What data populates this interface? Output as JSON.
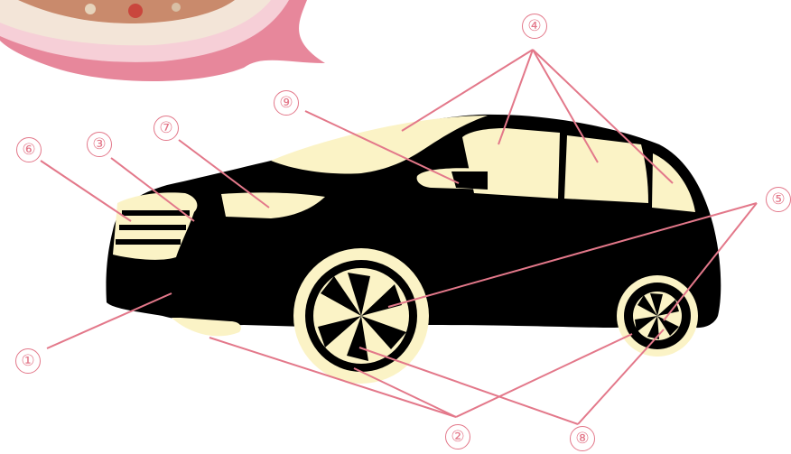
{
  "labels": [
    {
      "id": "1",
      "text": "①"
    },
    {
      "id": "2",
      "text": "②"
    },
    {
      "id": "3",
      "text": "③"
    },
    {
      "id": "4",
      "text": "④"
    },
    {
      "id": "5",
      "text": "⑤"
    },
    {
      "id": "6",
      "text": "⑥"
    },
    {
      "id": "7",
      "text": "⑦"
    },
    {
      "id": "8",
      "text": "⑧"
    },
    {
      "id": "9",
      "text": "⑨"
    }
  ],
  "colors": {
    "leader_line": "#e3788a",
    "car_body": "#000000",
    "car_accent": "#fbf3c6",
    "bowl_rim": "#f3c6cf",
    "plate_pink": "#e7879b"
  }
}
